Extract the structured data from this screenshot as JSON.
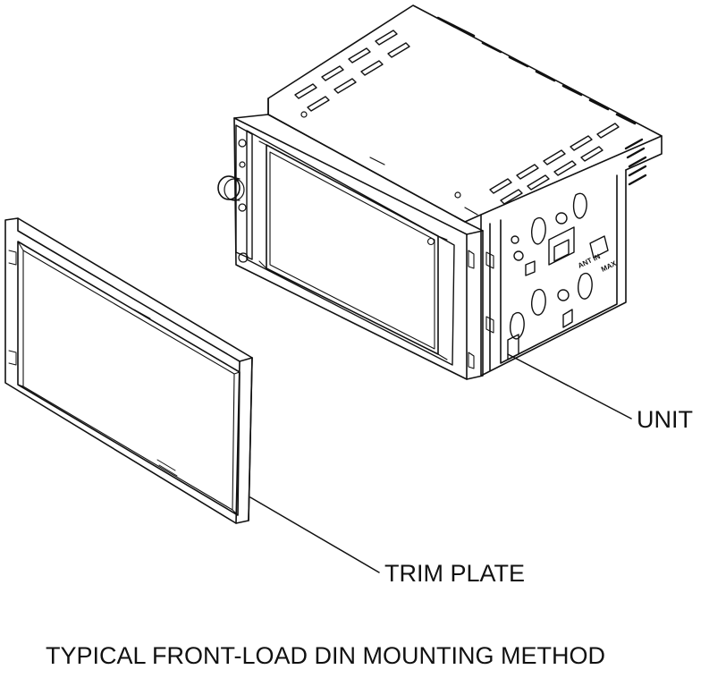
{
  "labels": {
    "unit": "UNIT",
    "trim_plate": "TRIM PLATE"
  },
  "caption": "TYPICAL FRONT-LOAD DIN MOUNTING METHOD",
  "rear_markings": {
    "fuse": "MAX",
    "ant_in": "ANT IN"
  },
  "colors": {
    "line": "#111111",
    "background": "#ffffff"
  }
}
